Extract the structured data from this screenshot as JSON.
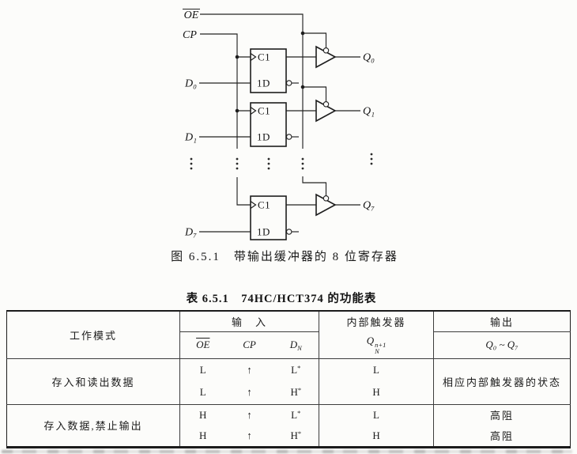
{
  "circuit": {
    "oe_label": "OE",
    "cp_label": "CP",
    "clock_label": "C1",
    "data_label": "1D",
    "stages": [
      {
        "d": "D₀",
        "q": "Q₀"
      },
      {
        "d": "D₁",
        "q": "Q₁"
      },
      {
        "d": "D₇",
        "q": "Q₇"
      }
    ],
    "caption": "图 6.5.1　带输出缓冲器的 8 位寄存器"
  },
  "table": {
    "title": "表 6.5.1　74HC/HCT374 的功能表",
    "headers": {
      "mode": "工作模式",
      "input_group": "输　入",
      "oe": "OE",
      "cp": "CP",
      "d_base": "D",
      "d_sub": "N",
      "ff_group": "内部触发器",
      "ff_base": "Q",
      "ff_sub": "N",
      "ff_sup": "n+1",
      "output_group": "输出",
      "output_range": "Q₀ ~ Q₇"
    },
    "groups": [
      {
        "mode": "存入和读出数据",
        "output": "相应内部触发器的状态",
        "rows": [
          {
            "oe": "L",
            "cp": "↑",
            "d": "L",
            "star": "*",
            "ff": "L"
          },
          {
            "oe": "L",
            "cp": "↑",
            "d": "H",
            "star": "*",
            "ff": "H"
          }
        ]
      },
      {
        "mode": "存入数据,禁止输出",
        "rows": [
          {
            "oe": "H",
            "cp": "↑",
            "d": "L",
            "star": "*",
            "ff": "L",
            "output": "高阻"
          },
          {
            "oe": "H",
            "cp": "↑",
            "d": "H",
            "star": "*",
            "ff": "H",
            "output": "高阻"
          }
        ]
      }
    ]
  }
}
